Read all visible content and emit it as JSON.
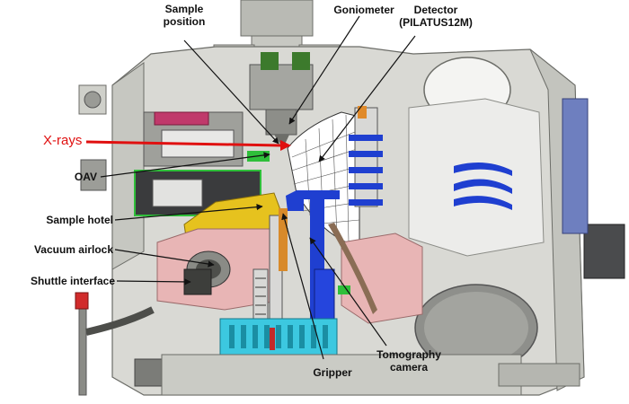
{
  "labels": {
    "sample_position_line1": "Sample",
    "sample_position_line2": "position",
    "goniometer": "Goniometer",
    "detector_line1": "Detector",
    "detector_line2": "(PILATUS12M)",
    "xrays": "X-rays",
    "oav": "OAV",
    "sample_hotel": "Sample hotel",
    "vacuum_airlock": "Vacuum airlock",
    "shuttle_interface": "Shuttle interface",
    "gripper": "Gripper",
    "tomography_line1": "Tomography",
    "tomography_line2": "camera"
  },
  "colors": {
    "chamber": "#d9d9d4",
    "chamber_dark": "#a9aaa4",
    "pink": "#e8b5b5",
    "blue": "#1f3fd0",
    "green": "#2fbf3a",
    "yellow": "#e6c21e",
    "cyan": "#3cc8e0",
    "xray": "#e01010"
  }
}
